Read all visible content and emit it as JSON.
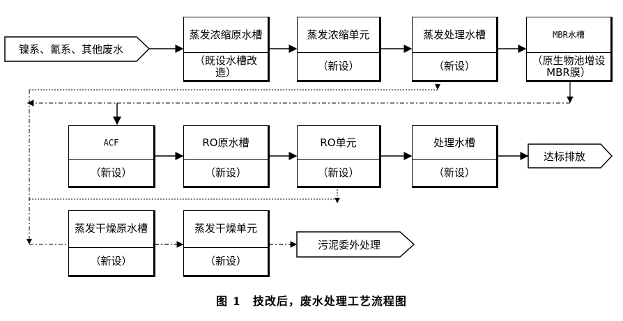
{
  "input": "镍系、氰系、其他废水",
  "boxes": {
    "b1": {
      "top": "蒸发浓缩原水槽",
      "bottom": "（既设水槽改造）"
    },
    "b2": {
      "top": "蒸发浓缩单元",
      "bottom": "（新设）"
    },
    "b3": {
      "top": "蒸发处理水槽",
      "bottom": "（新设）"
    },
    "b4": {
      "top": "MBR水槽",
      "bottom": "（原生物池增设MBR膜）"
    },
    "b5": {
      "top": "ACF",
      "bottom": "（新设）"
    },
    "b6": {
      "top": "RO原水槽",
      "bottom": "（新设）"
    },
    "b7": {
      "top": "RO单元",
      "bottom": "（新设）"
    },
    "b8": {
      "top": "处理水槽",
      "bottom": "（新设）"
    },
    "b9": {
      "top": "蒸发干燥原水槽",
      "bottom": "（新设）"
    },
    "b10": {
      "top": "蒸发干燥单元",
      "bottom": "（新设）"
    }
  },
  "discharge": "达标排放",
  "sludge": "污泥委外处理",
  "caption": "图 1　技改后，废水处理工艺流程图"
}
